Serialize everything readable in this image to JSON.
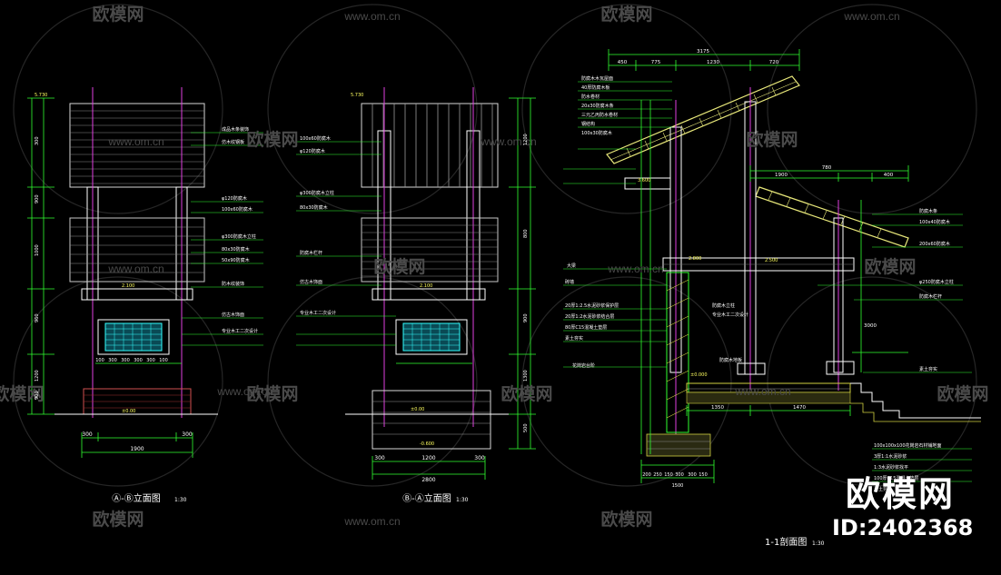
{
  "watermark": {
    "brand": "欧模网",
    "site": "www.om.cn"
  },
  "badge": {
    "brand": "欧模网",
    "id": "ID:2402368"
  },
  "drawings": {
    "elev_a": {
      "title": "Ⓐ-Ⓑ立面图",
      "scale": "1:30",
      "dim_bottom_total": "1900",
      "dim_bottom_left": "300",
      "dim_bottom_right": "300",
      "level_top": "5.730",
      "level_mid": "2.100",
      "level_ground": "±0.00",
      "notes": [
        "成品木条装饰",
        "仿木纹钢板",
        "φ120防腐木",
        "100x60防腐木",
        "φ300防腐木立柱",
        "80x30防腐木",
        "50x90防腐木",
        "防木纹装饰",
        "仿古木饰面",
        "专业木工二次设计"
      ],
      "dims_right": [
        "300",
        "900",
        "1000",
        "960",
        "1200",
        "900"
      ],
      "panel_dims": [
        "100",
        "300",
        "300",
        "300",
        "300",
        "100"
      ]
    },
    "elev_b": {
      "title": "Ⓑ-Ⓐ立面图",
      "scale": "1:30",
      "dim_bottom_total": "2800",
      "dim_bottom_left": "300",
      "dim_bottom_right": "300",
      "dim_bottom_mid": "1200",
      "level_top": "5.730",
      "level_mid": "2.100",
      "level_ground": "±0.00",
      "level_base": "-0.600",
      "notes": [
        "100x60防腐木",
        "φ120防腐木",
        "φ300防腐木立柱",
        "80x30防腐木",
        "防腐木栏杆",
        "仿古木饰面",
        "专业木工二次设计"
      ],
      "dims_right": [
        "1200",
        "800",
        "900",
        "1300",
        "500"
      ]
    },
    "section": {
      "title": "1-1剖面图",
      "scale": "1:30",
      "dims_top": [
        "450",
        "775",
        "1230",
        "720",
        "3175"
      ],
      "dims_mid": [
        "1900",
        "780",
        "400",
        "3000"
      ],
      "dims_bottom": [
        "1350",
        "1470"
      ],
      "dims_base": [
        "200",
        "250",
        "150",
        "300",
        "300",
        "150",
        "1500"
      ],
      "levels": [
        "3.600",
        "2.800",
        "2.500",
        "±0.000"
      ],
      "roof_notes": [
        "防腐木木瓦屋面",
        "40厚防腐木板",
        "防水卷材",
        "20x30防腐木条",
        "三元乙丙防水卷材",
        "钢结构",
        "100x30防腐木"
      ],
      "wall_notes": [
        "砖墙",
        "20厚1:2.5水泥砂浆保护层",
        "20厚1:2水泥砂浆结合层",
        "80厚C15混凝土垫层",
        "素土夯实"
      ],
      "right_notes": [
        "防腐木条",
        "100x40防腐木",
        "200x60防腐木",
        "φ250防腐木立柱",
        "防腐木栏杆",
        "素土夯实"
      ],
      "base_notes": [
        "100x100x100花岗岩石材铺地面",
        "3厚1:1水泥砂浆",
        "1:3水泥砂浆找平",
        "100厚C15混凝土垫层",
        "素土夯实"
      ],
      "labels": [
        "大梁",
        "防腐木立柱",
        "专业木工二次设计",
        "花岗岩台阶",
        "防腐木地板"
      ]
    }
  }
}
